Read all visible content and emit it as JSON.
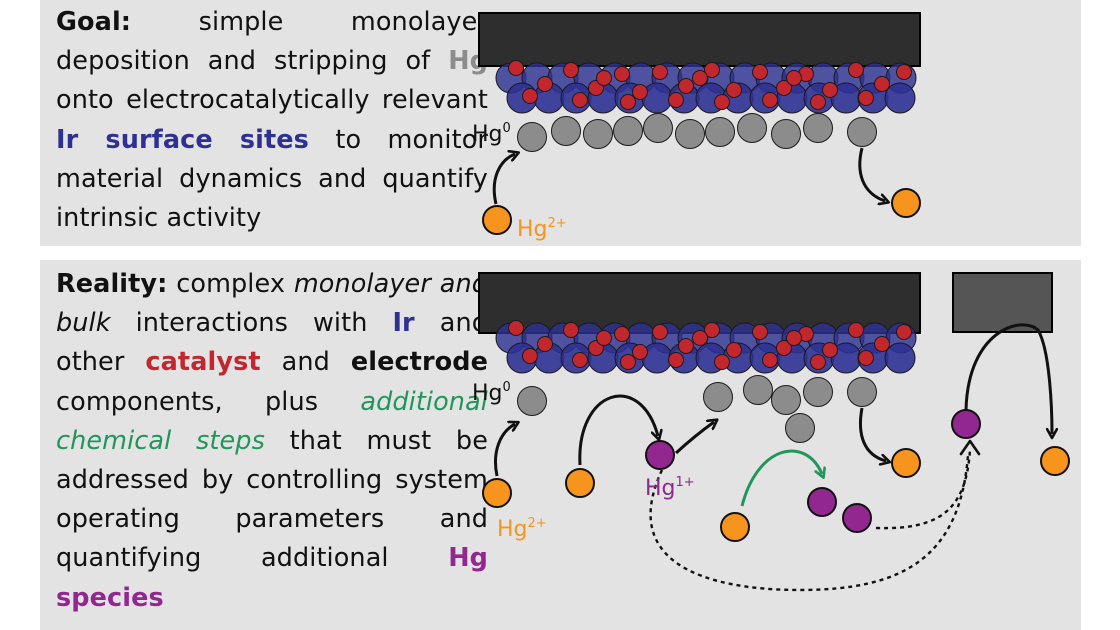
{
  "goal": {
    "heading": "Goal:",
    "t1": " simple monolayer deposition and stripping of ",
    "hg": "Hg",
    "t2": " onto electrocatalytically relevant ",
    "ir_sites": "Ir surface sites",
    "t3": " to monitor material dynamics and quantify intrinsic activity",
    "labels": {
      "hg0": "Hg",
      "hg0_sup": "0",
      "hg2": "Hg",
      "hg2_sup": "2+"
    }
  },
  "reality": {
    "heading": "Reality:",
    "t1": " complex ",
    "italic1": "monolayer and bulk",
    "t2": " interactions with ",
    "ir": "Ir",
    "t3": " and other ",
    "catalyst": "catalyst",
    "t4": " and ",
    "electrode": "electrode",
    "t5": " components, plus ",
    "chem_steps": "additional chemical steps",
    "t6": " that must be addressed by controlling system operating parameters and quantifying additional ",
    "hg_species": "Hg species",
    "labels": {
      "hg0": "Hg",
      "hg0_sup": "0",
      "hg2": "Hg",
      "hg2_sup": "2+",
      "hg1": "Hg",
      "hg1_sup": "1+"
    }
  },
  "colors": {
    "panel_bg": "#e3e3e3",
    "electrode": "#2e2e2e",
    "electrode_small": "#555555",
    "ir_blue": "#2e3192",
    "catalyst_red": "#c1272d",
    "hg_grey": "#8c8c8c",
    "hg2_orange": "#f7941d",
    "hg1_purple": "#92278f",
    "chem_green": "#22965a"
  }
}
